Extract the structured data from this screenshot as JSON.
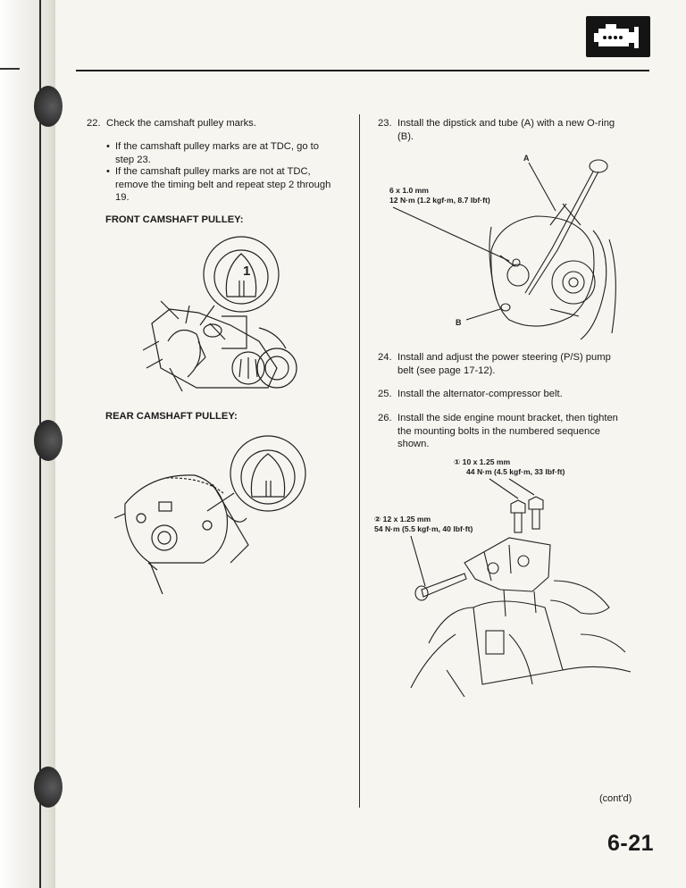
{
  "steps_left": {
    "s22": {
      "num": "22.",
      "text": "Check the camshaft pulley marks.",
      "bullets": [
        {
          "lines": [
            "If the camshaft pulley marks are at TDC, go to",
            "step 23."
          ]
        },
        {
          "lines": [
            "If the camshaft pulley marks are not at TDC,",
            "remove the timing belt and repeat step 2 through",
            "19."
          ]
        }
      ]
    },
    "front_heading": "FRONT CAMSHAFT PULLEY:",
    "front_mark": "1",
    "rear_heading": "REAR CAMSHAFT PULLEY:"
  },
  "steps_right": {
    "s23": {
      "num": "23.",
      "lines": [
        "Install the dipstick and tube (A) with a new O-ring",
        "(B)."
      ]
    },
    "fig23": {
      "label_a": "A",
      "label_b": "B",
      "torque_lines": [
        "6 x 1.0 mm",
        "12 N·m (1.2 kgf·m, 8.7 lbf·ft)"
      ]
    },
    "s24": {
      "num": "24.",
      "lines": [
        "Install and adjust the power steering (P/S) pump",
        "belt (see page 17-12)."
      ]
    },
    "s25": {
      "num": "25.",
      "lines": [
        "Install the alternator-compressor belt."
      ]
    },
    "s26": {
      "num": "26.",
      "lines": [
        "Install the side engine mount bracket, then tighten",
        "the mounting bolts in the numbered sequence",
        "shown."
      ]
    },
    "fig26": {
      "bolt1_lines": [
        "① 10 x 1.25 mm",
        "44 N·m (4.5 kgf·m, 33 lbf·ft)"
      ],
      "bolt2_lines": [
        "② 12 x 1.25 mm",
        "54 N·m (5.5 kgf·m, 40 lbf·ft)"
      ]
    }
  },
  "footer": {
    "contd": "(cont'd)",
    "page_number": "6-21"
  },
  "icons": {
    "section_icon": "engine-icon"
  }
}
